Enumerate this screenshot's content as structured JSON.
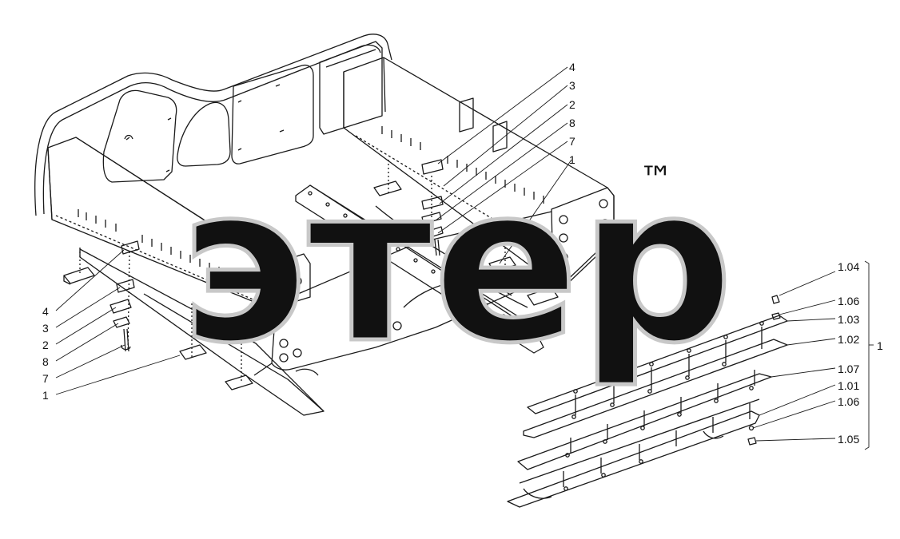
{
  "watermark": {
    "text": "этер",
    "trademark": "™"
  },
  "callouts_left": [
    "4",
    "3",
    "2",
    "8",
    "7",
    "1"
  ],
  "callouts_top": [
    "4",
    "3",
    "2",
    "8",
    "7",
    "1"
  ],
  "callouts_right": [
    "1.04",
    "1.06",
    "1.03",
    "1.02",
    "1.07",
    "1.01",
    "1.06",
    "1.05"
  ],
  "group_label": "1",
  "colors": {
    "line": "#1a1a1a",
    "watermark": "#c8c8c8",
    "background": "#ffffff"
  }
}
